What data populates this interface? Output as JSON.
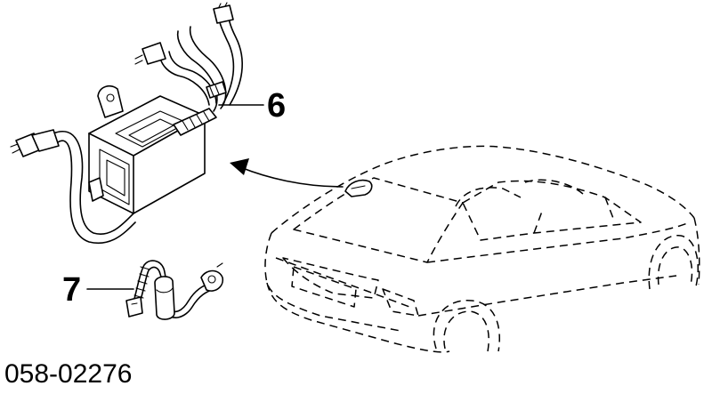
{
  "callouts": [
    {
      "id": "6",
      "text": "6"
    },
    {
      "id": "7",
      "text": "7"
    }
  ],
  "diagram_code": "058-02276",
  "colors": {
    "line": "#000000",
    "background": "#ffffff"
  }
}
